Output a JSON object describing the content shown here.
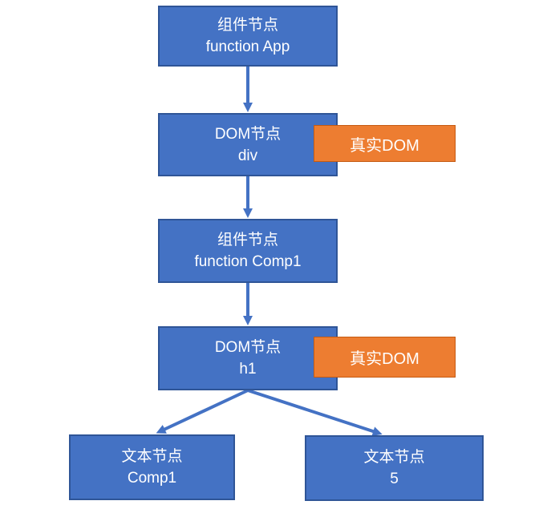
{
  "diagram": {
    "type": "tree",
    "description_colors": {
      "node_fill": "#4472C4",
      "node_border": "#2F5597",
      "label_fill": "#ED7D31",
      "label_border": "#C55A11",
      "arrow": "#4472C4",
      "text": "#FFFFFF",
      "background": "#FFFFFF"
    },
    "nodes": [
      {
        "id": "component-app",
        "line1": "组件节点",
        "line2": "function App"
      },
      {
        "id": "dom-div",
        "line1": "DOM节点",
        "line2": "div"
      },
      {
        "id": "component-comp1",
        "line1": "组件节点",
        "line2": "function Comp1"
      },
      {
        "id": "dom-h1",
        "line1": "DOM节点",
        "line2": "h1"
      },
      {
        "id": "text-comp1",
        "line1": "文本节点",
        "line2": "Comp1"
      },
      {
        "id": "text-5",
        "line1": "文本节点",
        "line2": "5"
      }
    ],
    "real_dom_labels": [
      {
        "attached_to": "dom-div",
        "text": "真实DOM"
      },
      {
        "attached_to": "dom-h1",
        "text": "真实DOM"
      }
    ],
    "edges": [
      {
        "from": "component-app",
        "to": "dom-div"
      },
      {
        "from": "dom-div",
        "to": "component-comp1"
      },
      {
        "from": "component-comp1",
        "to": "dom-h1"
      },
      {
        "from": "dom-h1",
        "to": "text-comp1"
      },
      {
        "from": "dom-h1",
        "to": "text-5"
      }
    ]
  }
}
